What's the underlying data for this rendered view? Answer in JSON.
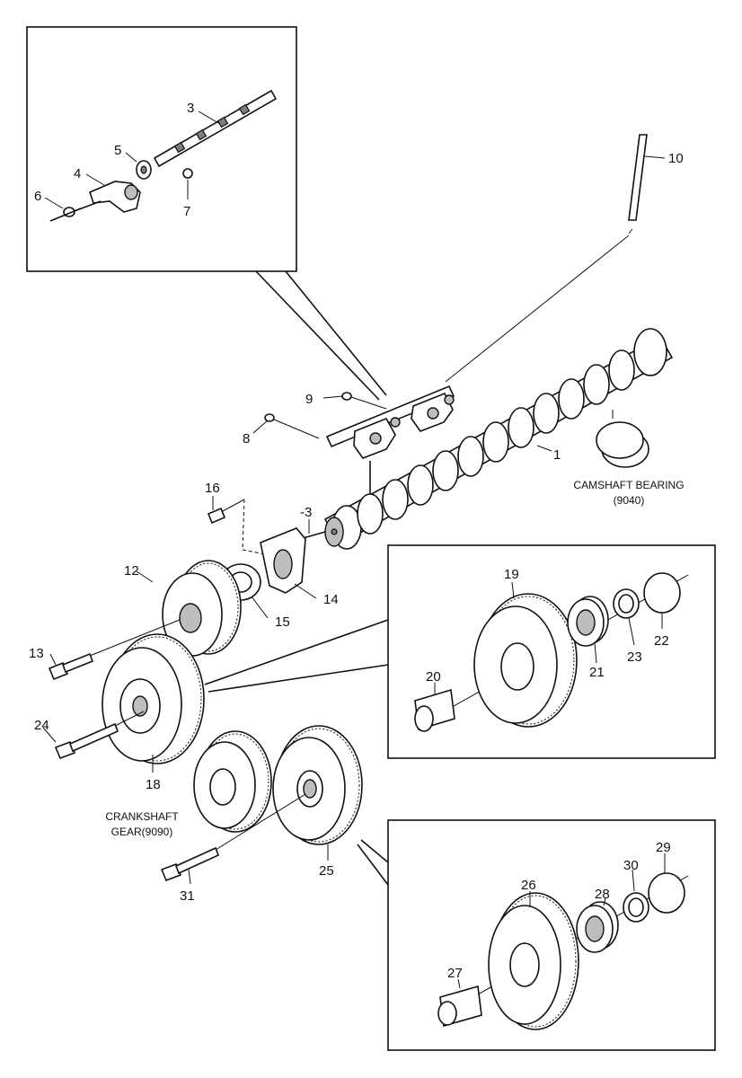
{
  "callouts": {
    "c1": "1",
    "c3": "3",
    "c3b": "-3",
    "c4": "4",
    "c5": "5",
    "c6": "6",
    "c7": "7",
    "c8": "8",
    "c9": "9",
    "c10": "10",
    "c12": "12",
    "c13": "13",
    "c14": "14",
    "c15": "15",
    "c16": "16",
    "c18": "18",
    "c19": "19",
    "c20": "20",
    "c21": "21",
    "c22": "22",
    "c23": "23",
    "c24": "24",
    "c25": "25",
    "c26": "26",
    "c27": "27",
    "c28": "28",
    "c29": "29",
    "c30": "30",
    "c31": "31"
  },
  "captions": {
    "camshaft_bearing_line1": "CAMSHAFT BEARING",
    "camshaft_bearing_line2": "(9040)",
    "crankshaft_gear_line1": "CRANKSHAFT",
    "crankshaft_gear_line2": "GEAR(9090)"
  }
}
